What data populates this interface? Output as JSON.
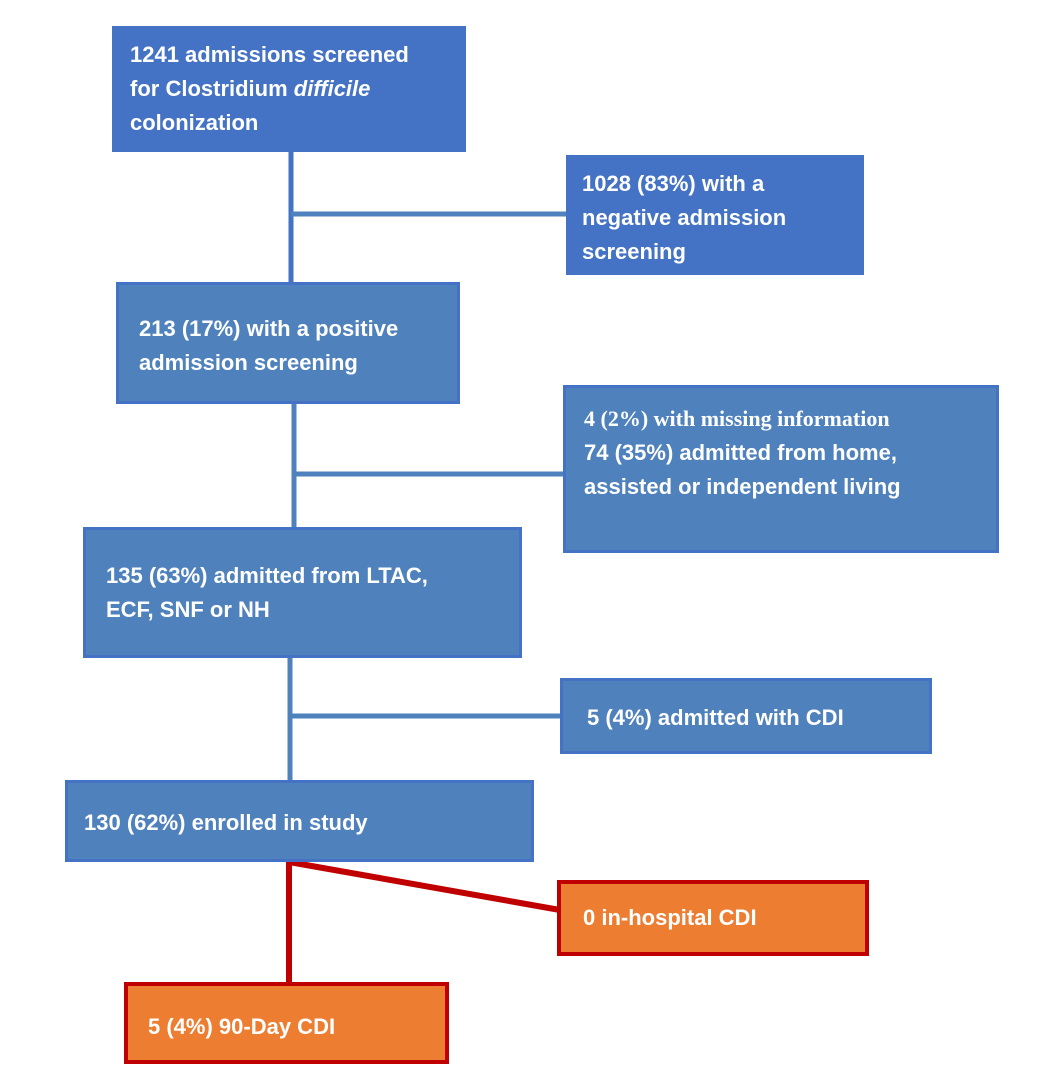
{
  "flowchart": {
    "screened": {
      "line1": "1241 admissions screened",
      "line2_prefix": "for Clostridium ",
      "line2_italic": "difficile",
      "line3": "colonization"
    },
    "negative": {
      "lines": [
        "1028 (83%) with a",
        "negative admission",
        "screening"
      ]
    },
    "positive": {
      "lines": [
        "213 (17%) with a positive",
        "admission screening"
      ]
    },
    "excluded_home": {
      "lines": [
        "4 (2%) with missing information",
        "74 (35%) admitted from home,",
        "assisted or independent living"
      ]
    },
    "ltac": {
      "lines": [
        "135 (63%) admitted from LTAC,",
        "ECF, SNF or NH"
      ]
    },
    "admitted_cdi": {
      "text": "5 (4%) admitted with CDI"
    },
    "enrolled": {
      "text": "130 (62%) enrolled in study"
    },
    "in_hospital": {
      "text": "0 in-hospital CDI"
    },
    "ninety_day": {
      "text": "5 (4%) 90-Day CDI"
    }
  },
  "colors": {
    "blue_primary": "#4472c4",
    "blue_box": "#4f81bd",
    "orange_box": "#ed7d31",
    "red_line": "#c00000"
  }
}
